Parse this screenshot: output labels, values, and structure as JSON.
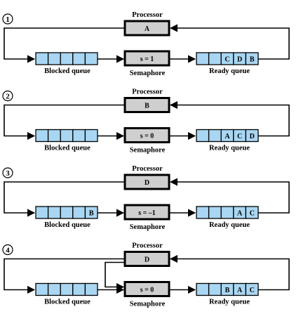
{
  "labels": {
    "processor": "Processor",
    "semaphore": "Semaphore",
    "blocked_queue": "Blocked queue",
    "ready_queue": "Ready queue"
  },
  "panels": [
    {
      "step": "1",
      "processor": "A",
      "semaphore": "s = 1",
      "blocked": [
        "",
        "",
        "",
        "",
        ""
      ],
      "ready": [
        "",
        "",
        "C",
        "D",
        "B"
      ]
    },
    {
      "step": "2",
      "processor": "B",
      "semaphore": "s = 0",
      "blocked": [
        "",
        "",
        "",
        "",
        ""
      ],
      "ready": [
        "",
        "",
        "A",
        "C",
        "D"
      ]
    },
    {
      "step": "3",
      "processor": "D",
      "semaphore": "s = –1",
      "blocked": [
        "",
        "",
        "",
        "",
        "B"
      ],
      "ready": [
        "",
        "",
        "",
        "A",
        "C"
      ]
    },
    {
      "step": "4",
      "processor": "D",
      "semaphore": "s = 0",
      "blocked": [
        "",
        "",
        "",
        "",
        ""
      ],
      "ready": [
        "",
        "",
        "B",
        "A",
        "C"
      ]
    }
  ],
  "colors": {
    "queue_cell": "#a9d6f2",
    "box_fill": "#cfcfcf"
  }
}
